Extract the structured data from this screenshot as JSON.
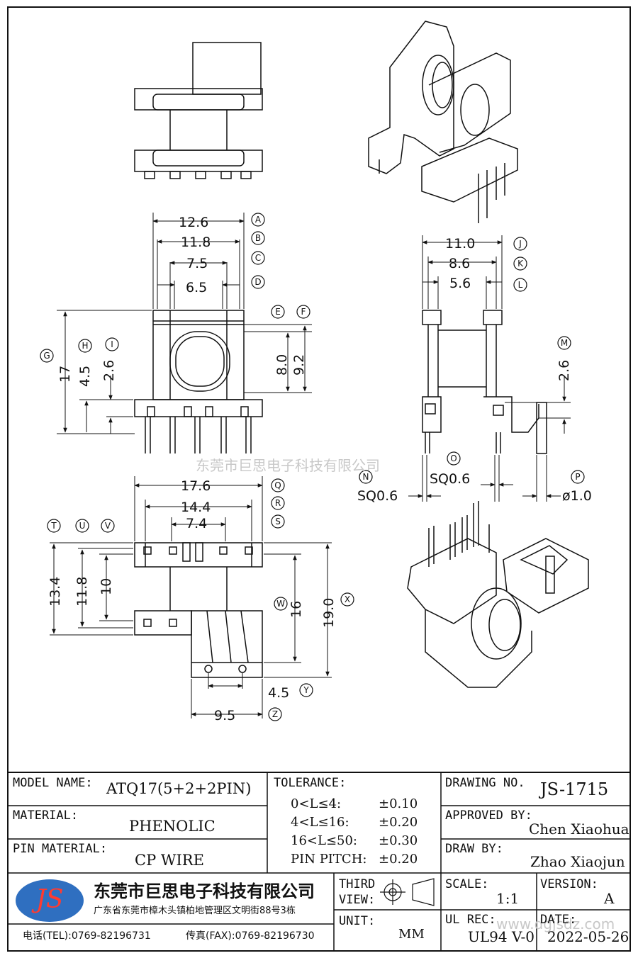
{
  "dimensions": {
    "d12_6": "12.6",
    "d11_8": "11.8",
    "d7_5": "7.5",
    "d6_5": "6.5",
    "d8_0": "8.0",
    "d9_2": "9.2",
    "d17": "17",
    "d4_5a": "4.5",
    "d2_6a": "2.6",
    "d11_0": "11.0",
    "d8_6": "8.6",
    "d5_6": "5.6",
    "d2_6b": "2.6",
    "sq_left": "SQ0.6",
    "sq_right": "SQ0.6",
    "dia": "ø1.0",
    "d17_6": "17.6",
    "d14_4": "14.4",
    "d7_4": "7.4",
    "d13_4": "13.4",
    "d11_8b": "11.8",
    "d10": "10",
    "d16": "16",
    "d19_0": "19.0",
    "d4_5b": "4.5",
    "d9_5": "9.5"
  },
  "callouts": [
    "A",
    "B",
    "C",
    "D",
    "E",
    "F",
    "G",
    "H",
    "I",
    "J",
    "K",
    "L",
    "M",
    "N",
    "O",
    "P",
    "Q",
    "R",
    "S",
    "T",
    "U",
    "V",
    "W",
    "X",
    "Y",
    "Z"
  ],
  "watermark_top": "东莞市巨思电子科技有限公司",
  "watermark_bottom": "www.dgjsdz.com",
  "title_block": {
    "model_name_label": "MODEL NAME:",
    "model_name": "ATQ17(5+2+2PIN)",
    "material_label": "MATERIAL:",
    "material": "PHENOLIC",
    "pin_material_label": "PIN MATERIAL:",
    "pin_material": "CP WIRE",
    "tolerance_label": "TOLERANCE:",
    "tol": [
      {
        "range": "0<L≤4:",
        "value": "±0.10"
      },
      {
        "range": "4<L≤16:",
        "value": "±0.20"
      },
      {
        "range": "16<L≤50:",
        "value": "±0.30"
      },
      {
        "range": "PIN PITCH:",
        "value": "±0.20"
      }
    ],
    "drawing_no_label": "DRAWING NO.",
    "drawing_no": "JS-1715",
    "approved_label": "APPROVED BY:",
    "approved": "Chen Xiaohua",
    "draw_label": "DRAW BY:",
    "draw": "Zhao Xiaojun",
    "company_logo": "JS",
    "company_name": "东莞市巨思电子科技有限公司",
    "company_address": "广东省东莞市樟木头镇柏地管理区文明街88号3栋",
    "phone": "电话(TEL):0769-82196731",
    "fax": "传真(FAX):0769-82196730",
    "third_view_label1": "THIRD",
    "third_view_label2": "VIEW:",
    "unit_label": "UNIT:",
    "unit": "MM",
    "scale_label": "SCALE:",
    "scale": "1:1",
    "version_label": "VERSION:",
    "version": "A",
    "ul_label": "UL REC:",
    "ul": "UL94 V-0",
    "date_label": "DATE:",
    "date": "2022-05-26"
  }
}
